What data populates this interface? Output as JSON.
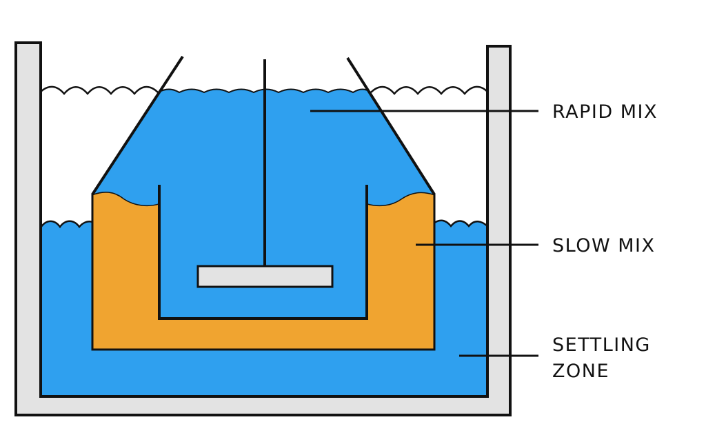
{
  "labels": {
    "rapid_mix": "RAPID MIX",
    "slow_mix": "SLOW MIX",
    "settling_zone_line1": "SETTLING",
    "settling_zone_line2": "ZONE"
  },
  "colors": {
    "water": "#2fa0ef",
    "slow_mix_fill": "#f0a430",
    "tank_wall": "#e3e3e3",
    "outline": "#111111",
    "background": "#ffffff"
  }
}
